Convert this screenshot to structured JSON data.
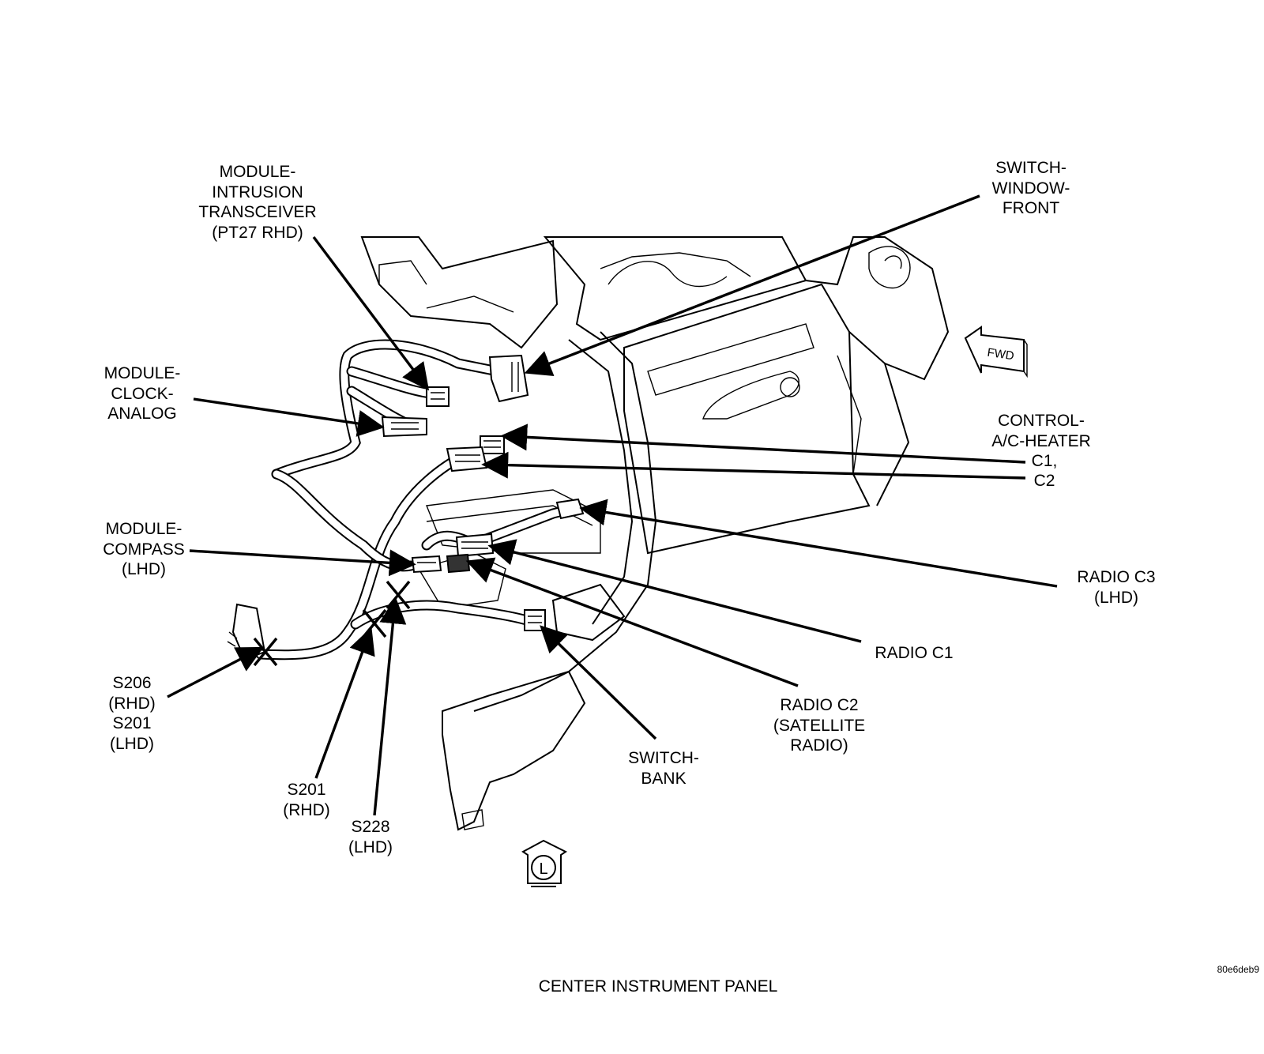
{
  "caption": "CENTER INSTRUMENT PANEL",
  "figure_code": "80e6deb9",
  "labels": {
    "intrusion": [
      "MODULE-",
      "INTRUSION",
      "TRANSCEIVER",
      "(PT27 RHD)"
    ],
    "window_switch": [
      "SWITCH-",
      "WINDOW-",
      "FRONT"
    ],
    "clock": [
      "MODULE-",
      "CLOCK-",
      "ANALOG"
    ],
    "ac_heater": [
      "CONTROL-",
      "A/C-HEATER"
    ],
    "ac_c1": "C1,",
    "ac_c2": "C2",
    "compass": [
      "MODULE-",
      "COMPASS",
      "(LHD)"
    ],
    "radio_c3": [
      "RADIO C3",
      "(LHD)"
    ],
    "radio_c1": "RADIO C1",
    "radio_c2": [
      "RADIO C2",
      "(SATELLITE",
      "RADIO)"
    ],
    "switch_bank": [
      "SWITCH-",
      "BANK"
    ],
    "s206": [
      "S206",
      "(RHD)",
      "S201",
      "(LHD)"
    ],
    "s201": [
      "S201",
      "(RHD)"
    ],
    "s228": [
      "S228",
      "(LHD)"
    ]
  },
  "icons": {
    "fwd": "FWD",
    "view": "L"
  }
}
